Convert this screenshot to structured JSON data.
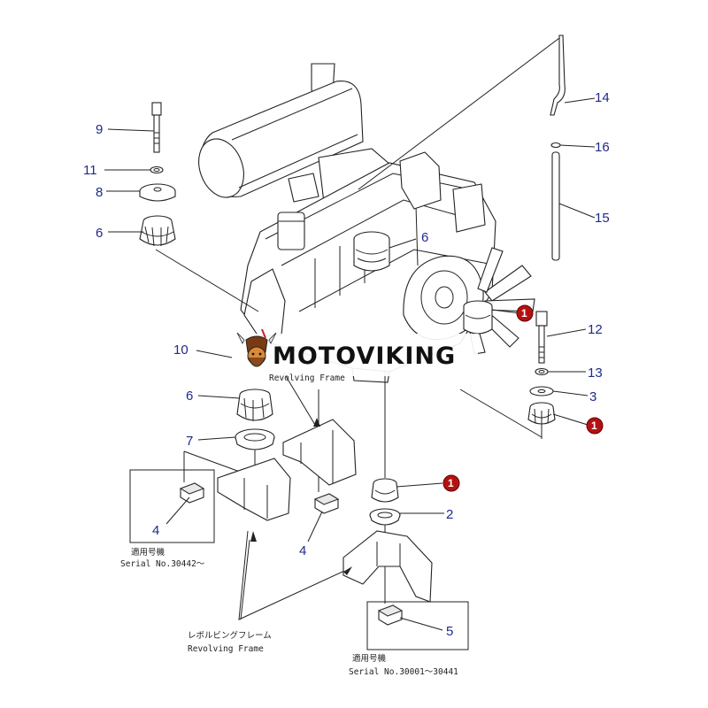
{
  "callouts": {
    "c1": "1",
    "c2": "2",
    "c3": "3",
    "c4": "4",
    "c5": "5",
    "c6": "6",
    "c7": "7",
    "c8": "8",
    "c9": "9",
    "c10": "10",
    "c11": "11",
    "c12": "12",
    "c13": "13",
    "c14": "14",
    "c15": "15",
    "c16": "16"
  },
  "labels": {
    "revolving_frame_jp": "レボルビングフレーム",
    "revolving_frame_en": "Revolving Frame",
    "serial_heading_jp": "適用号機",
    "serial_new": "Serial No.30442～",
    "serial_old": "Serial No.30001～30441"
  },
  "watermark": {
    "brand": "MOTOVIKING",
    "caption": "Revolving Frame"
  },
  "colors": {
    "callout_text": "#1e2a8a",
    "highlight_badge": "#b31212",
    "line": "#222222"
  }
}
